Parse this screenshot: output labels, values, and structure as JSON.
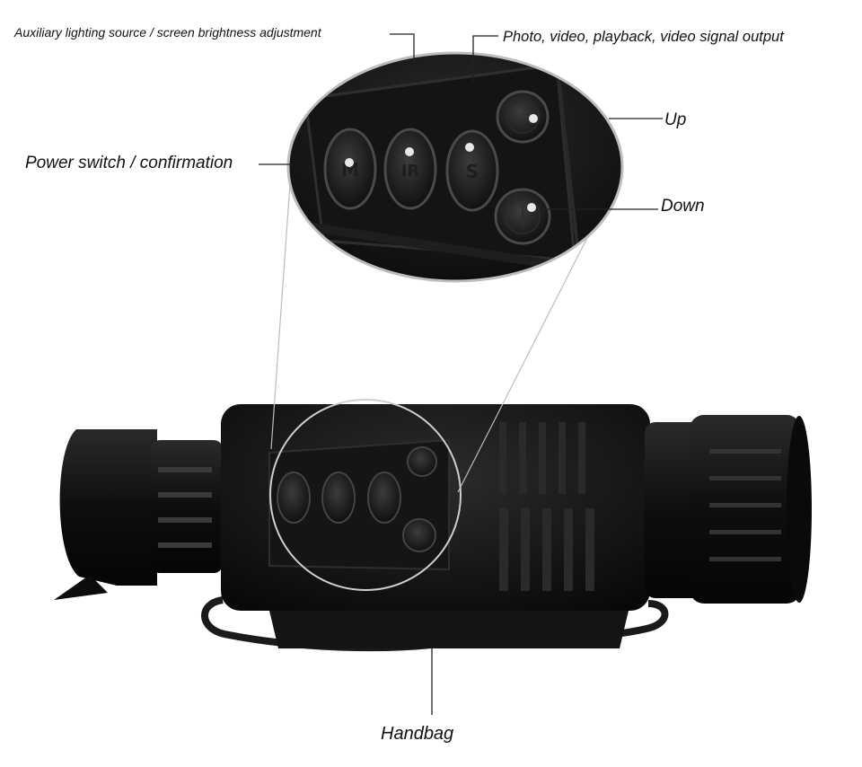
{
  "labels": {
    "aux": "Auxiliary lighting source / screen brightness adjustment",
    "photo": "Photo, video, playback, video signal output",
    "up": "Up",
    "power": "Power switch / confirmation",
    "down": "Down",
    "handbag": "Handbag"
  },
  "button_glyphs": {
    "power": "M",
    "ir": "IR",
    "video": "S"
  },
  "colors": {
    "device_body": "#111111",
    "device_shadow": "#050505",
    "highlight": "#3a3a3a",
    "callout_line": "#222222",
    "zoom_border": "#bdbdbd",
    "indicator_dot": "#e8e8e8"
  }
}
